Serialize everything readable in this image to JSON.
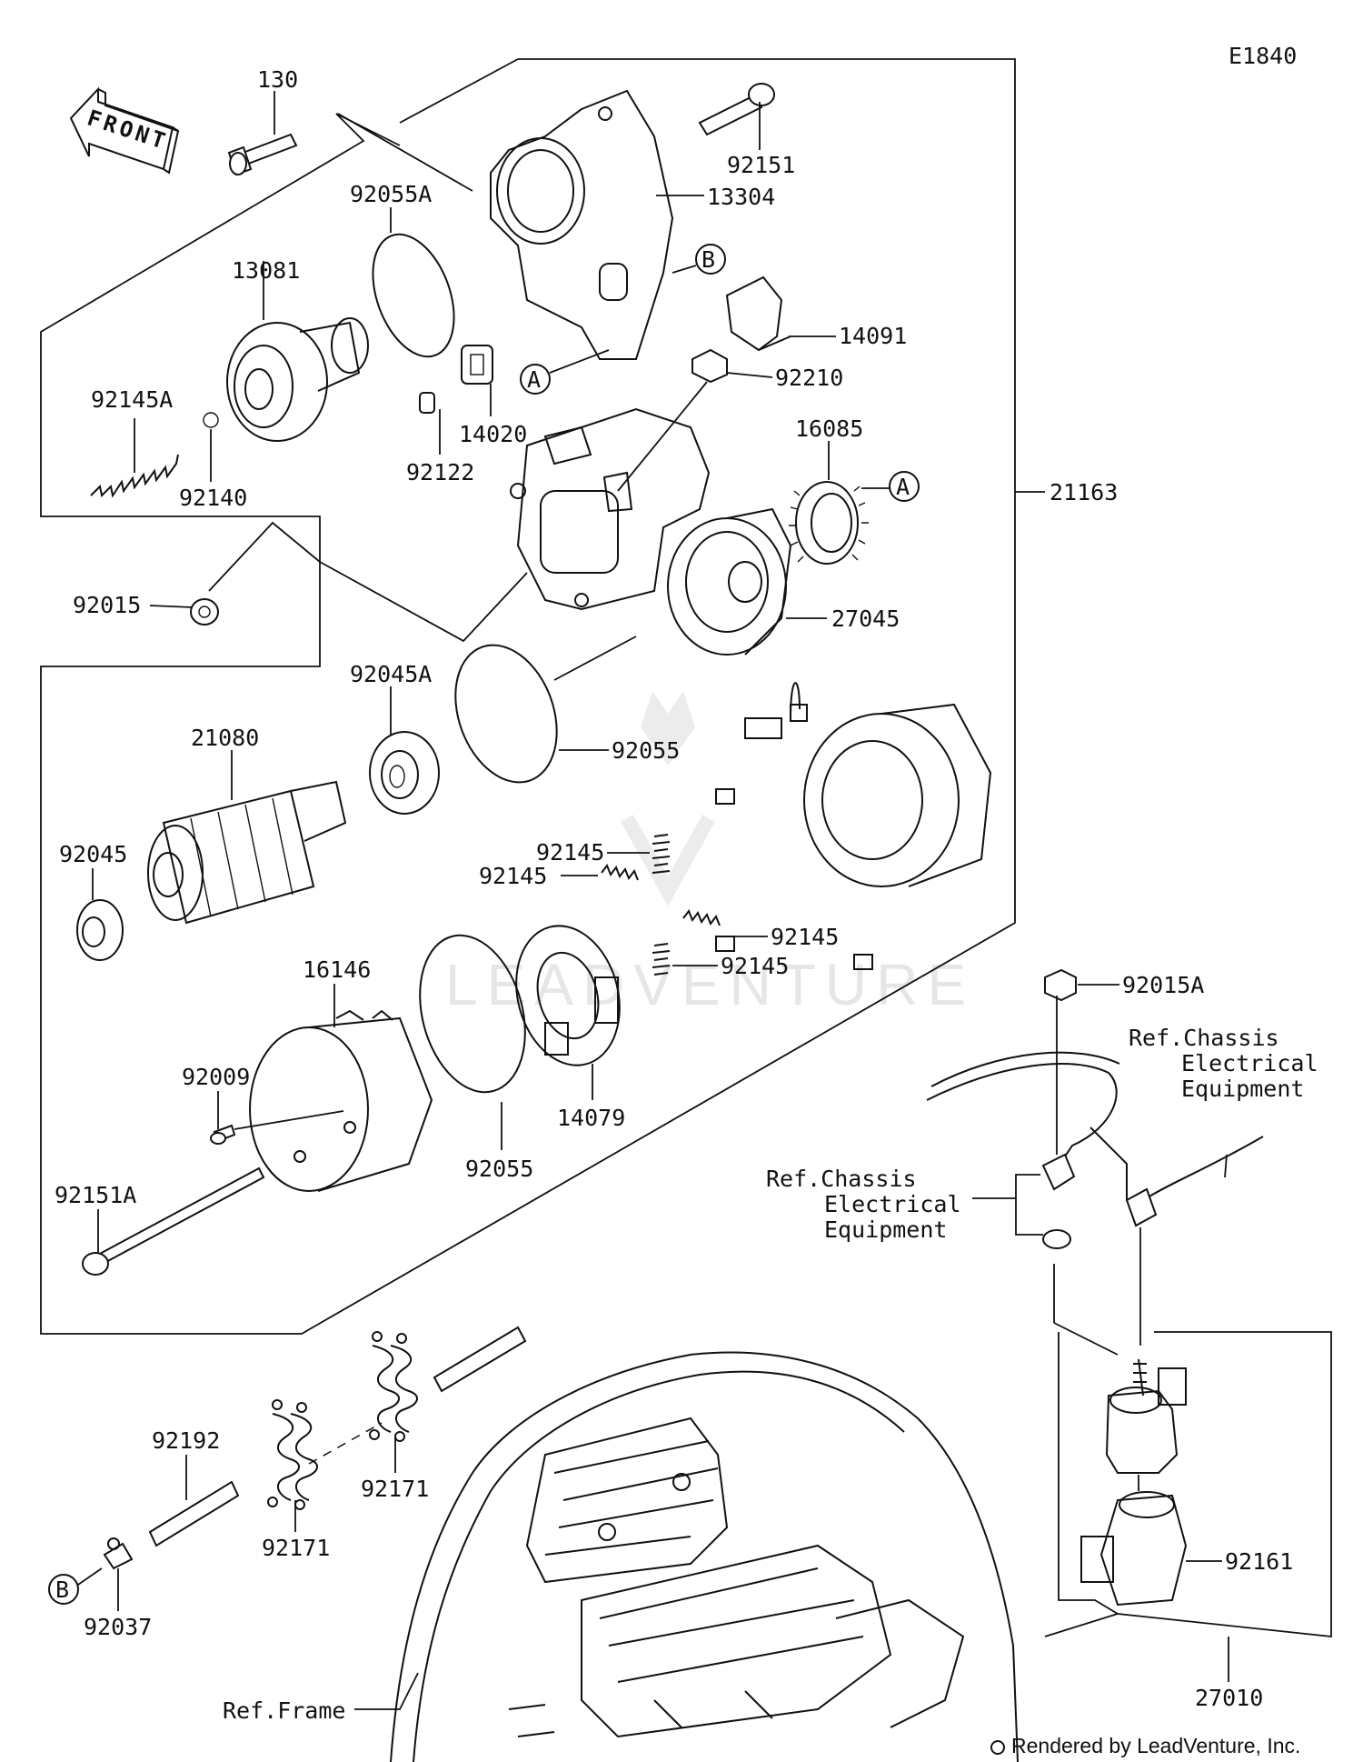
{
  "diagram_code": "E1840",
  "front_arrow_label": "FRONT",
  "credit": "Rendered by LeadVenture, Inc.",
  "watermark": "LEADVENTURE",
  "callouts": [
    "A",
    "B"
  ],
  "refs": {
    "chassis_electrical_upper": [
      "Ref.Chassis",
      "Electrical",
      "Equipment"
    ],
    "chassis_electrical_left": [
      "Ref.Chassis",
      "Electrical",
      "Equipment"
    ],
    "frame": "Ref.Frame"
  },
  "parts": {
    "p130": "130",
    "p92151": "92151",
    "p13304": "13304",
    "p92055A": "92055A",
    "p13081": "13081",
    "p14091": "14091",
    "p92210": "92210",
    "p92145A": "92145A",
    "p14020": "14020",
    "p92140": "92140",
    "p92122": "92122",
    "p16085": "16085",
    "p21163": "21163",
    "p92015": "92015",
    "p27045": "27045",
    "p92045A": "92045A",
    "p21080": "21080",
    "p92055a": "92055",
    "p92045": "92045",
    "p92145_1": "92145",
    "p92145_2": "92145",
    "p92145_3": "92145",
    "p92145_4": "92145",
    "p16146": "16146",
    "p92015A": "92015A",
    "p92009": "92009",
    "p14079": "14079",
    "p92055b": "92055",
    "p92151A": "92151A",
    "p92192": "92192",
    "p92171_1": "92171",
    "p92171_2": "92171",
    "p92037": "92037",
    "p92161": "92161",
    "p27010": "27010"
  }
}
